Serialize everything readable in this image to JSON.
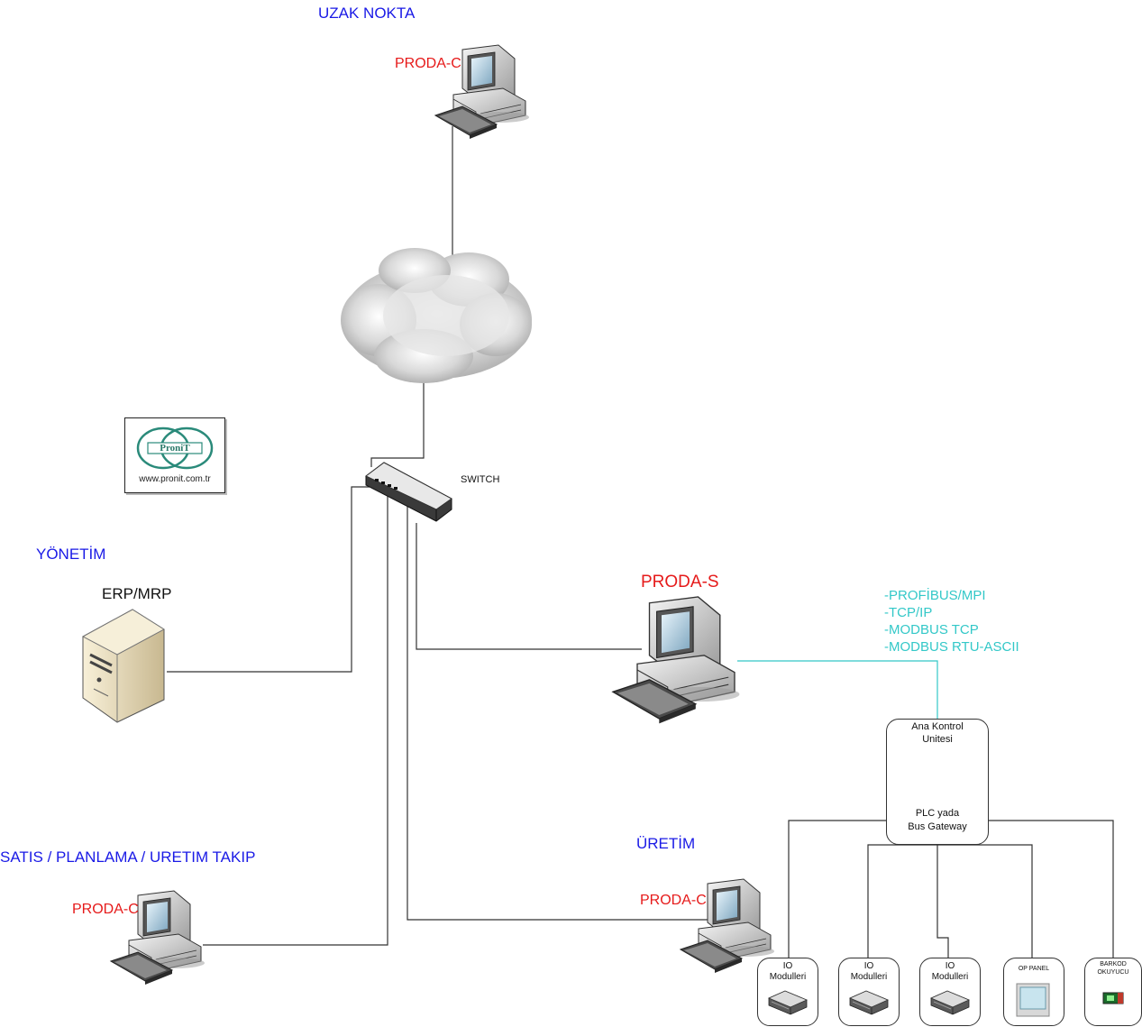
{
  "labels": {
    "uzak_nokta": "UZAK NOKTA",
    "proda_c_top": "PRODA-C",
    "switch": "SWITCH",
    "yonetim": "YÖNETİM",
    "erp_mrp": "ERP/MRP",
    "proda_s": "PRODA-S",
    "satis": "SATIS / PLANLAMA / URETIM TAKIP",
    "proda_c_left": "PRODA-C",
    "uretim": "ÜRETİM",
    "proda_c_bottom": "PRODA-C"
  },
  "protocols": [
    "-PROFİBUS/MPI",
    "-TCP/IP",
    "-MODBUS TCP",
    "-MODBUS RTU-ASCII"
  ],
  "logo": {
    "text": "ProniT",
    "url": "www.pronit.com.tr"
  },
  "controller": {
    "title_line1": "Ana Kontrol",
    "title_line2": "Unitesi",
    "sub_line1": "PLC yada",
    "sub_line2": "Bus Gateway"
  },
  "devices": [
    {
      "line1": "IO",
      "line2": "Modulleri"
    },
    {
      "line1": "IO",
      "line2": "Modulleri"
    },
    {
      "line1": "IO",
      "line2": "Modulleri"
    },
    {
      "line1": "OP PANEL",
      "line2": ""
    },
    {
      "line1": "BARKOD",
      "line2": "OKUYUCU"
    }
  ],
  "colors": {
    "label_blue": "#1a1ae6",
    "label_red": "#e61a1a",
    "protocol_cyan": "#33c8c8",
    "link_black": "#333333"
  }
}
